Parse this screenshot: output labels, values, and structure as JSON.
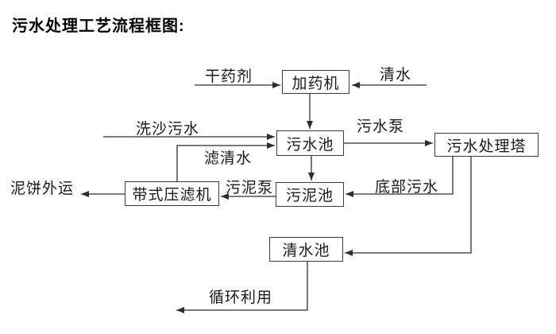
{
  "title": "污水处理工艺流程框图:",
  "colors": {
    "background": "#ffffff",
    "line": "#2e2e2e",
    "box_border": "#3a3a3a",
    "text": "#1a1a1a"
  },
  "nodes": {
    "doser": {
      "label": "加药机"
    },
    "sewage_pool": {
      "label": "污水池"
    },
    "treatment_tower": {
      "label": "污水处理塔"
    },
    "sludge_pool": {
      "label": "污泥池"
    },
    "belt_filter_press": {
      "label": "带式压滤机"
    },
    "clean_water_pool": {
      "label": "清水池"
    }
  },
  "flow_labels": {
    "dry_agent": "干药剂",
    "clean_water": "清水",
    "sand_washing_sewage": "洗沙污水",
    "filtered_water": "滤清水",
    "sewage_pump": "污水泵",
    "bottom_sewage": "底部污水",
    "sludge_pump": "污泥泵",
    "mud_cake_out": "泥饼外运",
    "recycle_use": "循环利用"
  },
  "edges": [
    {
      "from": "干药剂(外部)",
      "to": "加药机",
      "label": "干药剂"
    },
    {
      "from": "清水(外部)",
      "to": "加药机",
      "label": "清水"
    },
    {
      "from": "加药机",
      "to": "污水池",
      "label": ""
    },
    {
      "from": "洗沙污水(外部)",
      "to": "污水池",
      "label": "洗沙污水"
    },
    {
      "from": "带式压滤机",
      "to": "污水池",
      "label": "滤清水"
    },
    {
      "from": "污水池",
      "to": "污水处理塔",
      "label": "污水泵"
    },
    {
      "from": "污水池",
      "to": "污泥池",
      "label": ""
    },
    {
      "from": "污水处理塔",
      "to": "污泥池",
      "label": "底部污水"
    },
    {
      "from": "污泥池",
      "to": "带式压滤机",
      "label": "污泥泵"
    },
    {
      "from": "带式压滤机",
      "to": "泥饼外运(外部)",
      "label": "泥饼外运"
    },
    {
      "from": "污水处理塔",
      "to": "清水池",
      "label": ""
    },
    {
      "from": "清水池",
      "to": "循环利用(外部)",
      "label": "循环利用"
    }
  ]
}
